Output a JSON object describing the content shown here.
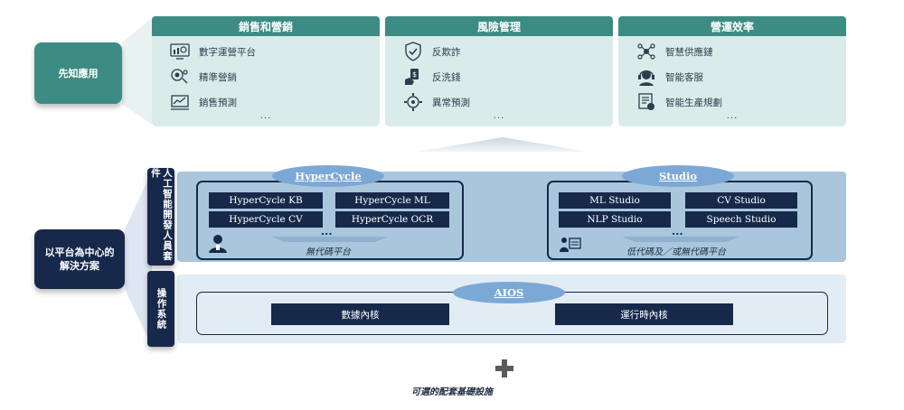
{
  "left_labels": {
    "applications": "先知應用",
    "platform_line1": "以平台為中心的",
    "platform_line2": "解決方案"
  },
  "applications": [
    {
      "title": "銷售和營銷",
      "items": [
        {
          "label": "數字運營平台",
          "icon": "dashboard-icon"
        },
        {
          "label": "精準營銷",
          "icon": "target-marketing-icon"
        },
        {
          "label": "銷售預測",
          "icon": "sales-chart-icon"
        }
      ],
      "ellipsis": "..."
    },
    {
      "title": "風險管理",
      "items": [
        {
          "label": "反欺詐",
          "icon": "shield-check-icon"
        },
        {
          "label": "反洗錢",
          "icon": "money-hand-icon"
        },
        {
          "label": "異常預測",
          "icon": "anomaly-gear-icon"
        }
      ],
      "ellipsis": "..."
    },
    {
      "title": "營運效率",
      "items": [
        {
          "label": "智慧供應鏈",
          "icon": "network-nodes-icon"
        },
        {
          "label": "智能客服",
          "icon": "headset-agent-icon"
        },
        {
          "label": "智能生產規劃",
          "icon": "production-plan-icon"
        }
      ],
      "ellipsis": "..."
    }
  ],
  "ai_suite": {
    "tab_label": "人工智能開發人員套件",
    "hypercycle": {
      "name": "HyperCycle",
      "modules": [
        "HyperCycle KB",
        "HyperCycle ML",
        "HyperCycle CV",
        "HyperCycle OCR"
      ],
      "ellipsis": "...",
      "caption": "無代碼平台",
      "icon": "developer-person-icon"
    },
    "studio": {
      "name": "Studio",
      "modules": [
        "ML Studio",
        "CV Studio",
        "NLP Studio",
        "Speech Studio"
      ],
      "ellipsis": "...",
      "caption": "低代碼及／或無代碼平台",
      "icon": "presenter-screen-icon"
    }
  },
  "os": {
    "tab_label": "操作系統",
    "name": "AIOS",
    "kernels": [
      "數據內核",
      "運行時內核"
    ]
  },
  "optional": {
    "icon": "plus-icon",
    "label": "可選的配套基礎設施"
  },
  "colors": {
    "teal": "#3d8c84",
    "teal_light": "#d9ece9",
    "navy": "#17294b",
    "blue_band": "#a9c6dd",
    "blue_light": "#e2ecf4",
    "ellipse": "#7ca8d6"
  }
}
